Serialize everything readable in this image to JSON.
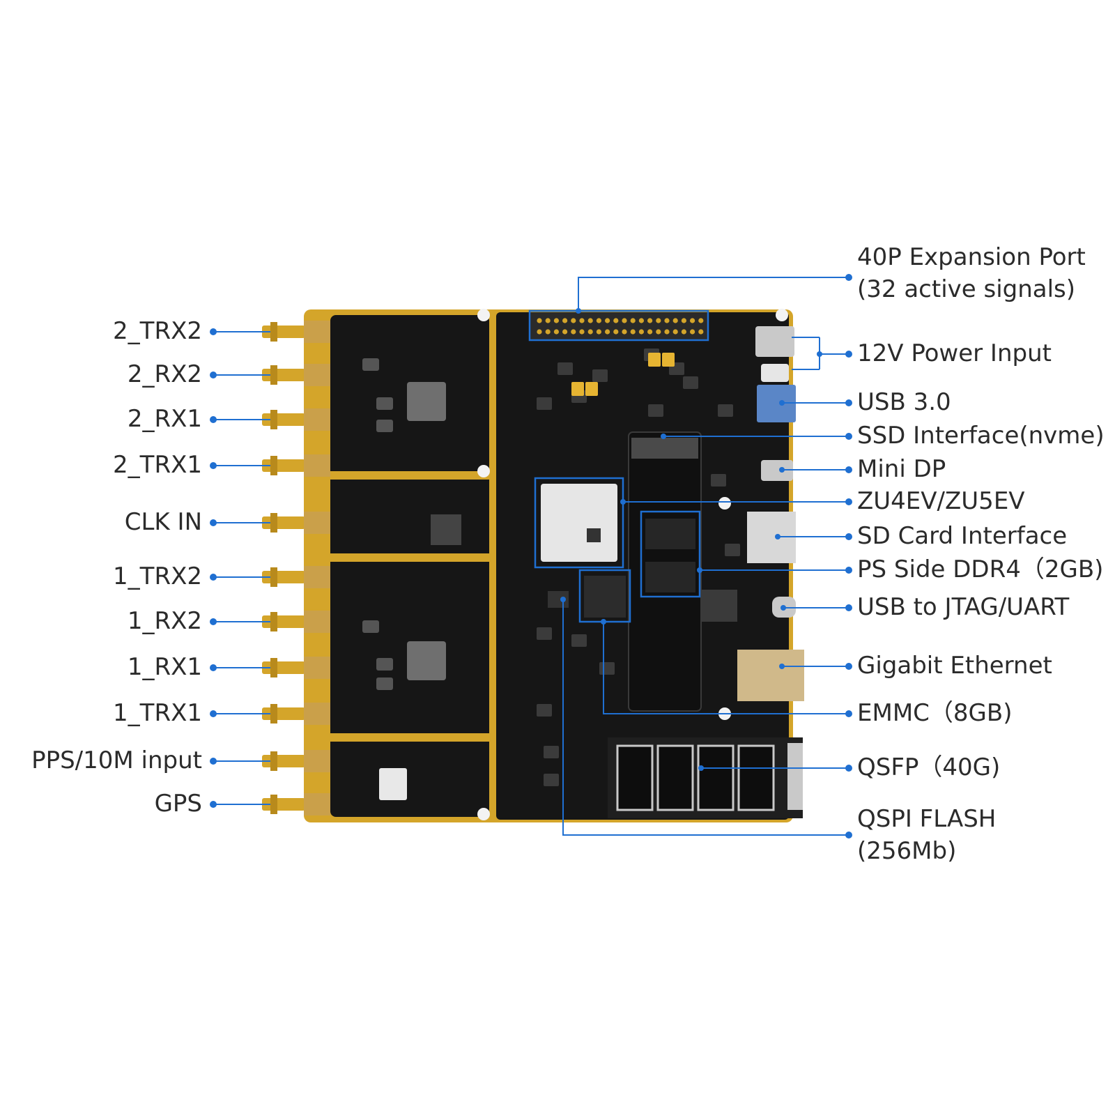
{
  "accent_color": "#1f6fd1",
  "board_colors": {
    "pcb": "#161616",
    "gold": "#d4a52a",
    "chip": "#2a2a2a",
    "silver": "#c9c9c9"
  },
  "left_labels": [
    {
      "id": "2-trx2",
      "text": "2_TRX2"
    },
    {
      "id": "2-rx2",
      "text": "2_RX2"
    },
    {
      "id": "2-rx1",
      "text": "2_RX1"
    },
    {
      "id": "2-trx1",
      "text": "2_TRX1"
    },
    {
      "id": "clk-in",
      "text": "CLK IN"
    },
    {
      "id": "1-trx2",
      "text": "1_TRX2"
    },
    {
      "id": "1-rx2",
      "text": "1_RX2"
    },
    {
      "id": "1-rx1",
      "text": "1_RX1"
    },
    {
      "id": "1-trx1",
      "text": "1_TRX1"
    },
    {
      "id": "pps-10m-input",
      "text": "PPS/10M  input"
    },
    {
      "id": "gps",
      "text": "GPS"
    }
  ],
  "right_labels": [
    {
      "id": "expansion-port",
      "lines": [
        "40P Expansion Port",
        "(32 active signals)"
      ]
    },
    {
      "id": "power-input",
      "lines": [
        "12V Power Input"
      ]
    },
    {
      "id": "usb3",
      "lines": [
        "USB 3.0"
      ]
    },
    {
      "id": "ssd-interface",
      "lines": [
        "SSD Interface(nvme)"
      ]
    },
    {
      "id": "mini-dp",
      "lines": [
        "Mini DP"
      ]
    },
    {
      "id": "zu-chip",
      "lines": [
        "ZU4EV/ZU5EV"
      ]
    },
    {
      "id": "sd-card",
      "lines": [
        "SD Card Interface"
      ]
    },
    {
      "id": "ddr4",
      "lines": [
        "PS Side DDR4（2GB)"
      ]
    },
    {
      "id": "usb-jtag-uart",
      "lines": [
        "USB to JTAG/UART"
      ]
    },
    {
      "id": "gigabit-ethernet",
      "lines": [
        "Gigabit Ethernet"
      ]
    },
    {
      "id": "emmc",
      "lines": [
        "EMMC（8GB)"
      ]
    },
    {
      "id": "qsfp",
      "lines": [
        "QSFP（40G)"
      ]
    },
    {
      "id": "qspi-flash",
      "lines": [
        "QSPI FLASH",
        "(256Mb)"
      ]
    }
  ]
}
